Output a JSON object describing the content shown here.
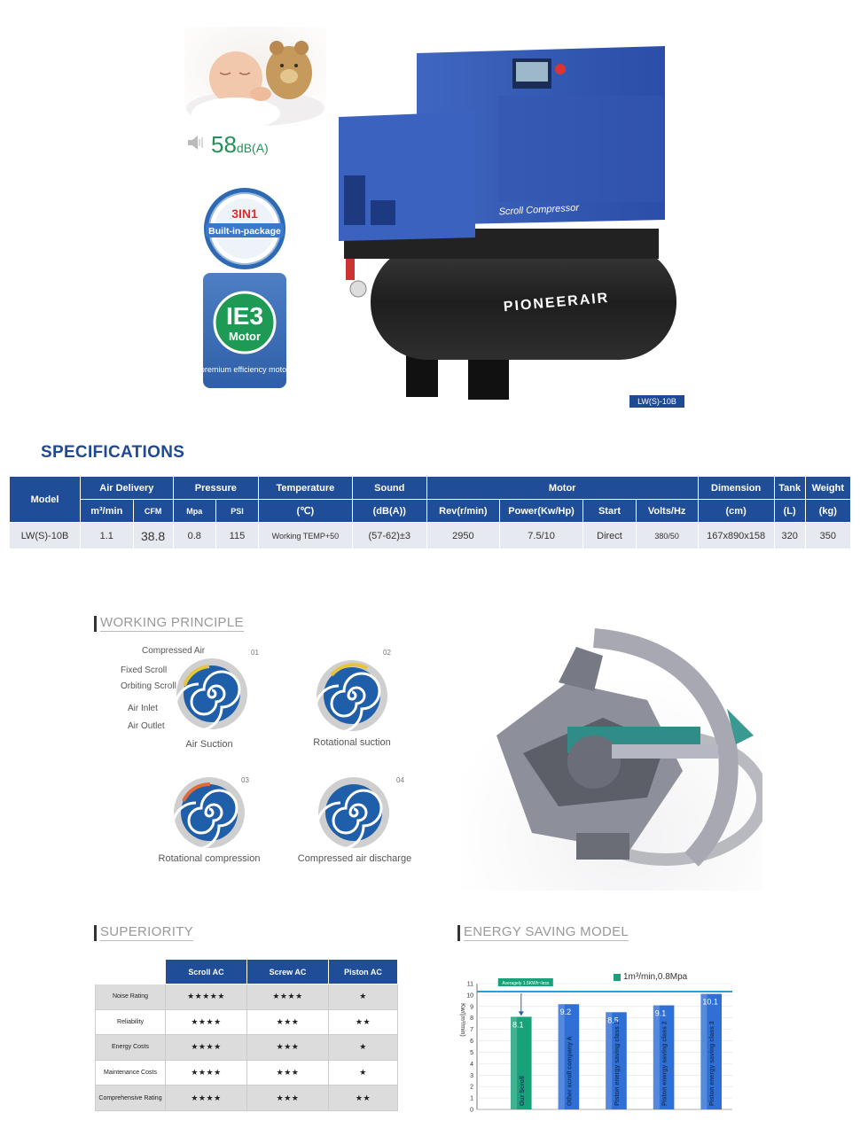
{
  "hero": {
    "noise_value": "58",
    "noise_unit": "dB(A)",
    "badge_3in1_title": "3IN1",
    "badge_3in1_sub": "Built-in-package",
    "badge_ie3_title": "IE3",
    "badge_ie3_sub": "Motor",
    "badge_ie3_caption": "premium efficiency motor",
    "product_panel_label": "Scroll Compressor",
    "product_brand": "PIONEERAIR",
    "model_tag": "LW(S)-10B"
  },
  "specs": {
    "title": "SPECIFICATIONS",
    "headers": {
      "model": "Model",
      "air_delivery": "Air Delivery",
      "pressure": "Pressure",
      "temperature": "Temperature",
      "sound": "Sound",
      "motor": "Motor",
      "dimension": "Dimension",
      "tank": "Tank",
      "weight": "Weight",
      "m3min": "m³/min",
      "cfm": "CFM",
      "mpa": "Mpa",
      "psi": "PSI",
      "temp_unit": "(℃)",
      "sound_unit": "(dB(A))",
      "rev": "Rev(r/min)",
      "power": "Power(Kw/Hp)",
      "start": "Start",
      "volts": "Volts/Hz",
      "dim_unit": "(cm)",
      "tank_unit": "(L)",
      "weight_unit": "(kg)"
    },
    "row": {
      "model": "LW(S)-10B",
      "m3min": "1.1",
      "cfm": "38.8",
      "mpa": "0.8",
      "psi": "115",
      "temperature": "Working TEMP+50",
      "sound": "(57-62)±3",
      "rev": "2950",
      "power": "7.5/10",
      "start": "Direct",
      "volts": "380/50",
      "dimension": "167x890x158",
      "tank": "320",
      "weight": "350"
    }
  },
  "working_principle": {
    "title": "WORKING PRINCIPLE",
    "labels": {
      "compressed_air": "Compressed Air",
      "fixed_scroll": "Fixed Scroll",
      "orbiting_scroll": "Orbiting Scroll",
      "air_inlet": "Air Inlet",
      "air_outlet": "Air Outlet"
    },
    "steps": [
      {
        "tag": "01",
        "caption": "Air Suction"
      },
      {
        "tag": "02",
        "caption": "Rotational suction"
      },
      {
        "tag": "03",
        "caption": "Rotational compression"
      },
      {
        "tag": "04",
        "caption": "Compressed air discharge"
      }
    ]
  },
  "superiority": {
    "title": "SUPERIORITY",
    "columns": [
      "Scroll AC",
      "Screw AC",
      "Piston AC"
    ],
    "rows": [
      {
        "label": "Noise Rating",
        "values": [
          "★★★★★",
          "★★★★",
          "★"
        ]
      },
      {
        "label": "Reliability",
        "values": [
          "★★★★",
          "★★★",
          "★★"
        ]
      },
      {
        "label": "Energy Costs",
        "values": [
          "★★★★",
          "★★★",
          "★"
        ]
      },
      {
        "label": "Maintenance Costs",
        "values": [
          "★★★★",
          "★★★",
          "★"
        ]
      },
      {
        "label": "Comprehensive Rating",
        "values": [
          "★★★★",
          "★★★",
          "★★"
        ]
      }
    ]
  },
  "energy": {
    "title": "ENERGY SAVING MODEL"
  },
  "chart_data": {
    "type": "bar",
    "title": "",
    "legend": "1m³/min,0.8Mpa",
    "ylabel": "Kw/(m³/min)",
    "ylim": [
      0,
      11
    ],
    "yticks": [
      0,
      1,
      2,
      3,
      4,
      5,
      6,
      7,
      8,
      9,
      10,
      11
    ],
    "annotation": "Averagely 1.5KWh~less",
    "reference_line": 10.3,
    "categories": [
      "Our Scroll",
      "Other scroll company A",
      "Piston energy saving class 1",
      "Piston energy saving class 2",
      "Piston energy saving class 3"
    ],
    "values": [
      8.1,
      9.2,
      8.5,
      9.1,
      10.1
    ],
    "colors": {
      "ours": "#17a27a",
      "others": "#2f6fd6",
      "line": "#2aa0d8"
    }
  }
}
